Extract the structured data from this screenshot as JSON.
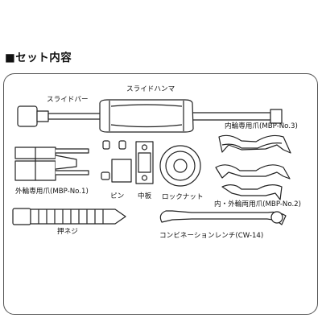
{
  "heading": "■セット内容",
  "parts": {
    "slide_bar": "スライドバー",
    "slide_hammer": "スライドハンマ",
    "inner_claw": "内輪専用爪(MBP-No.3)",
    "outer_claw": "外輪専用爪(MBP-No.1)",
    "pin": "ピン",
    "middle_plate": "中板",
    "lock_nut": "ロックナット",
    "dual_claw": "内・外輪両用爪(MBP-No.2)",
    "push_screw": "押ネジ",
    "combo_wrench": "コンビネーションレンチ(CW-14)"
  }
}
